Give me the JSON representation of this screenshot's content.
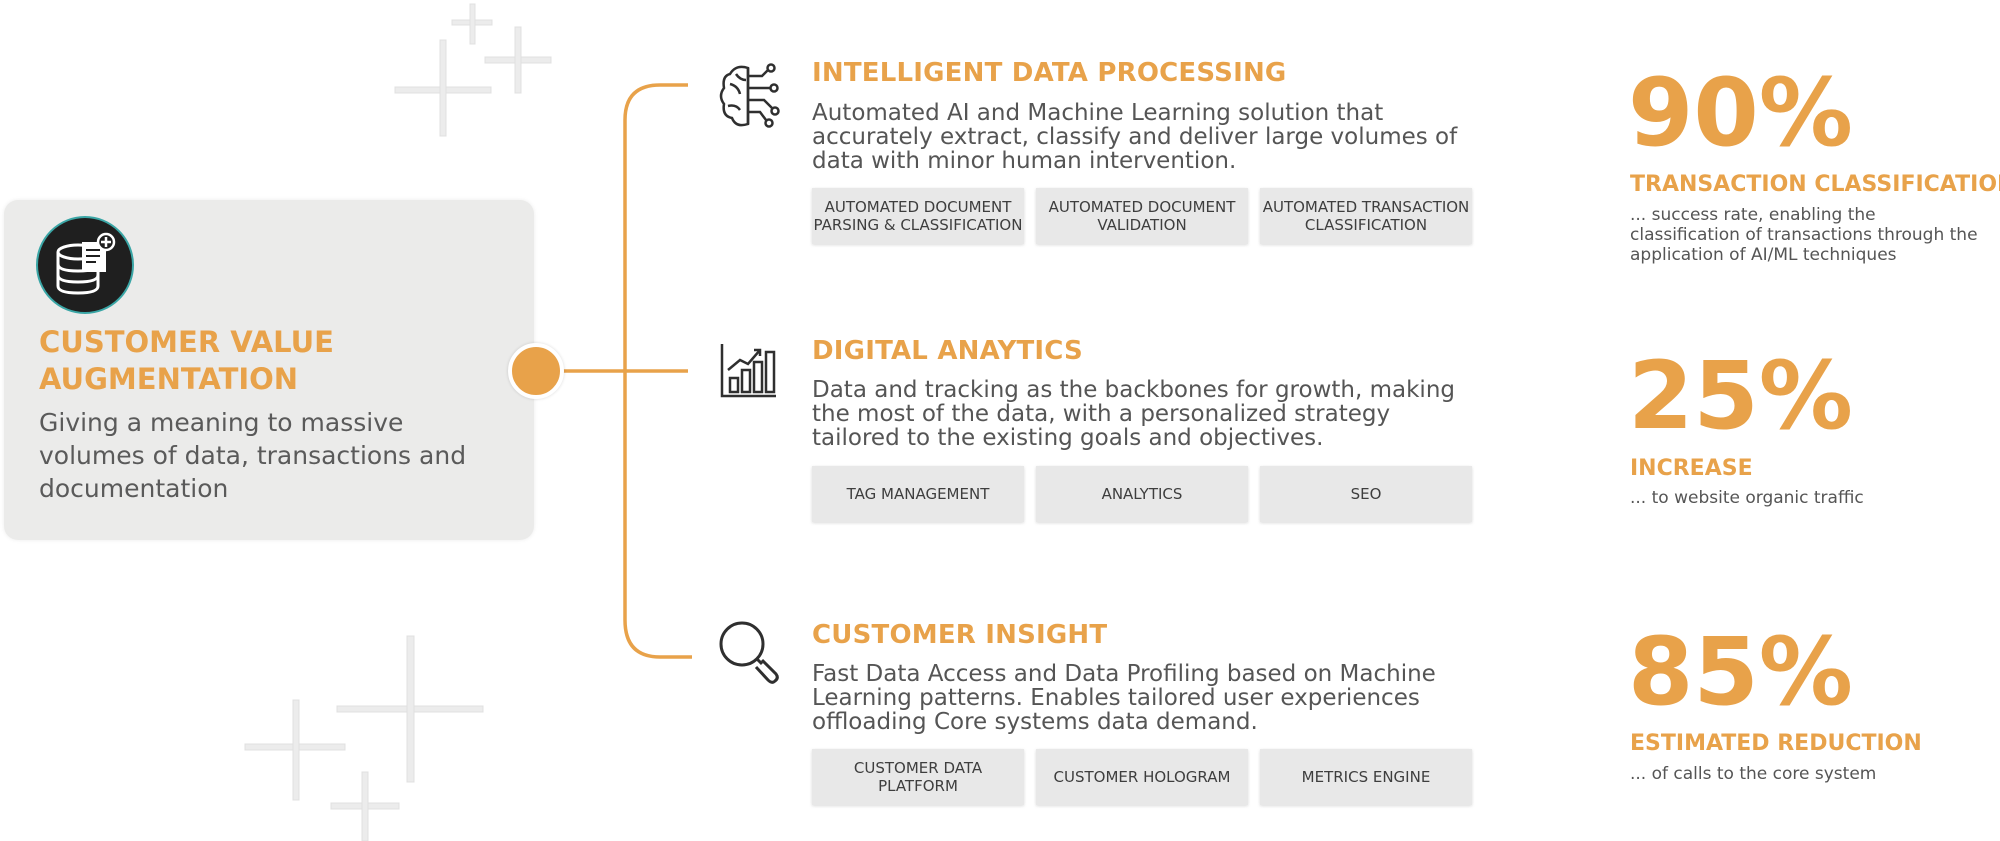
{
  "colors": {
    "accent": "#e8a24a",
    "text": "#555555",
    "card_bg": "#ebebea",
    "tag_bg": "#e8e8e8"
  },
  "main_card": {
    "icon": "database-add-icon",
    "title": "CUSTOMER VALUE AUGMENTATION",
    "description": "Giving a meaning to massive volumes of data, transactions and documentation"
  },
  "sections": [
    {
      "icon": "brain-circuit-icon",
      "title": "INTELLIGENT DATA PROCESSING",
      "description": "Automated AI and Machine Learning solution that accurately extract, classify and deliver large volumes of data with minor human intervention.",
      "tags": [
        "AUTOMATED DOCUMENT PARSING & CLASSIFICATION",
        "AUTOMATED DOCUMENT VALIDATION",
        "AUTOMATED TRANSACTION CLASSIFICATION"
      ]
    },
    {
      "icon": "bar-chart-growth-icon",
      "title": "DIGITAL ANAYTICS",
      "description": "Data and tracking as the backbones for growth, making the most of the data, with a personalized strategy tailored to the existing goals and objectives.",
      "tags": [
        "TAG MANAGEMENT",
        "ANALYTICS",
        "SEO"
      ]
    },
    {
      "icon": "magnifier-icon",
      "title": "CUSTOMER INSIGHT",
      "description": "Fast Data Access and Data Profiling based on Machine Learning patterns. Enables tailored user experiences offloading Core systems data demand.",
      "tags": [
        "CUSTOMER DATA PLATFORM",
        "CUSTOMER HOLOGRAM",
        "METRICS ENGINE"
      ]
    }
  ],
  "stats": [
    {
      "value": "90%",
      "label": "TRANSACTION CLASSIFICATION",
      "description": "... success rate, enabling the classification of transactions through the application of AI/ML techniques"
    },
    {
      "value": "25%",
      "label": "INCREASE",
      "description": "... to website organic traffic"
    },
    {
      "value": "85%",
      "label": "ESTIMATED REDUCTION",
      "description": "... of calls to the core system"
    }
  ]
}
